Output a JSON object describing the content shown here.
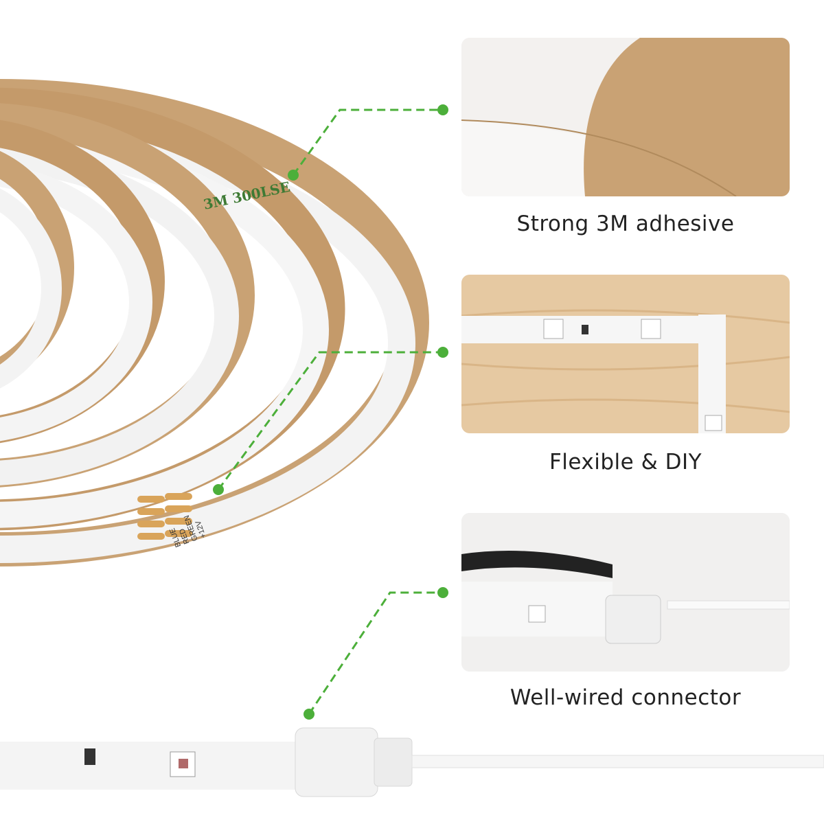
{
  "features": [
    {
      "caption": "Strong 3M adhesive",
      "icon": "adhesive-tape-photo"
    },
    {
      "caption": "Flexible & DIY",
      "icon": "strip-on-wood-photo"
    },
    {
      "caption": "Well-wired connector",
      "icon": "connector-photo"
    }
  ],
  "strip_labels": {
    "brand": "3M 300LSE",
    "pins": [
      "+12V",
      "GREEN",
      "RED",
      "BLUE"
    ]
  },
  "colors": {
    "callout": "#4caf3a",
    "backing": "#c9a274",
    "strip": "#f4f4f4",
    "wood": "#e6c9a2"
  }
}
